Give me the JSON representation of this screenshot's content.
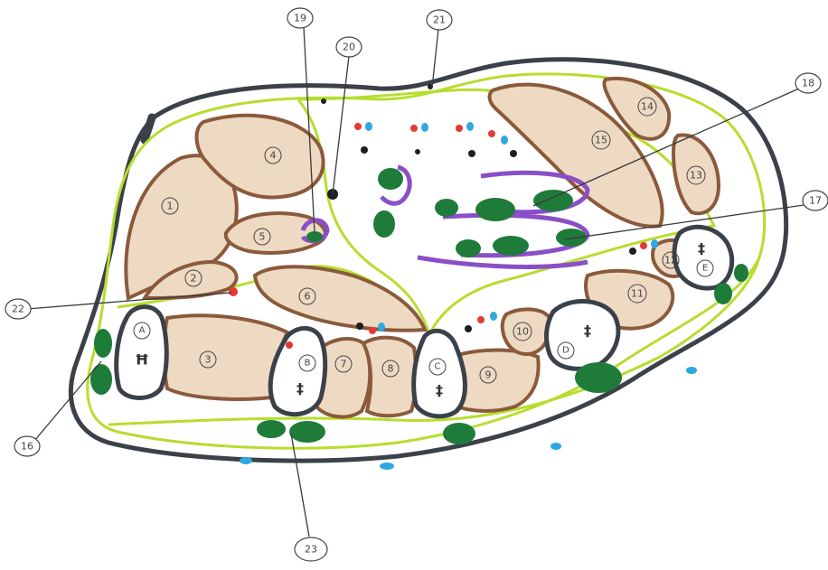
{
  "colors": {
    "skin": "#3b4148",
    "fascia": "#b7dd2f",
    "muscle_fill": "#eed9c3",
    "muscle_outline": "#8a5a3b",
    "bone": "#3b4148",
    "nerve": "#1e7b3a",
    "artery": "#e53935",
    "vein": "#2ea8e0",
    "lymph": "#1e1e1e",
    "duct": "#8a4fc7",
    "callout": "#3a3a3a"
  },
  "muscles": [
    {
      "label": "1"
    },
    {
      "label": "2"
    },
    {
      "label": "3"
    },
    {
      "label": "4"
    },
    {
      "label": "5"
    },
    {
      "label": "6"
    },
    {
      "label": "7"
    },
    {
      "label": "8"
    },
    {
      "label": "9"
    },
    {
      "label": "10"
    },
    {
      "label": "11"
    },
    {
      "label": "12"
    },
    {
      "label": "13"
    },
    {
      "label": "14"
    },
    {
      "label": "15"
    }
  ],
  "bones": [
    {
      "label": "A",
      "glyph": "Ħ"
    },
    {
      "label": "B",
      "glyph": "‡"
    },
    {
      "label": "C",
      "glyph": "‡"
    },
    {
      "label": "D",
      "glyph": "‡"
    },
    {
      "label": "E",
      "glyph": "‡"
    }
  ],
  "callouts": [
    {
      "label": "16"
    },
    {
      "label": "17"
    },
    {
      "label": "18"
    },
    {
      "label": "19"
    },
    {
      "label": "20"
    },
    {
      "label": "21"
    },
    {
      "label": "22"
    },
    {
      "label": "23"
    }
  ]
}
